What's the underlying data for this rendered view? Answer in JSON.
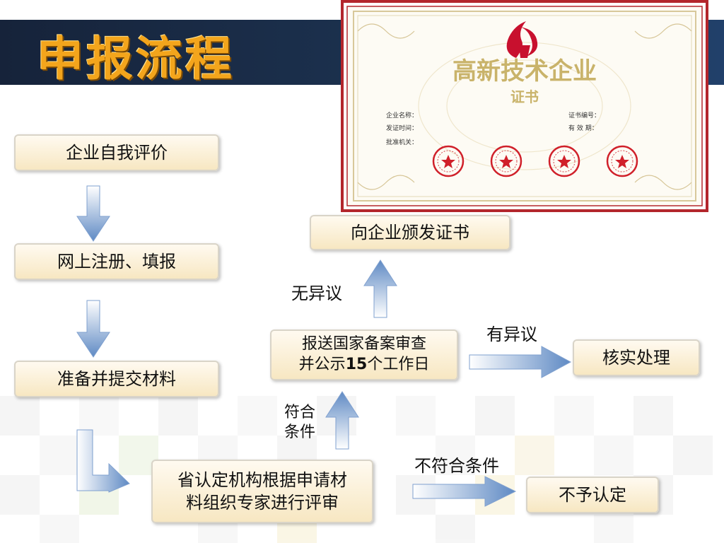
{
  "title": "申报流程",
  "steps": {
    "self_evaluation": "企业自我评价",
    "online_register": "网上注册、填报",
    "prepare_materials": "准备并提交材料",
    "provincial_review_line1": "省认定机构根据申请材",
    "provincial_review_line2": "料组织专家进行评审",
    "national_filing_line1": "报送国家备案审查",
    "national_filing_line2_prefix": "并公示",
    "national_filing_line2_num": "15",
    "national_filing_line2_suffix": "个工作日",
    "issue_certificate": "向企业颁发证书",
    "verify_handle": "核实处理",
    "not_approved": "不予认定"
  },
  "labels": {
    "no_objection": "无异议",
    "has_objection": "有异议",
    "meets_line1": "符合",
    "meets_line2": "条件",
    "not_meet": "不符合条件"
  },
  "certificate": {
    "heading": "高新技术企业",
    "sub": "证书",
    "field_name": "企业名称：",
    "field_date": "发证时间：",
    "field_org": "批准机关：",
    "field_no": "证书编号：",
    "field_valid": "有 效 期："
  },
  "colors": {
    "header": "#1c3250",
    "title": "#f3a51c",
    "box_fill": "#f7e7c2",
    "arrow": "#6f94c8",
    "cert_border": "#b3262c",
    "seal": "#d0202a"
  }
}
